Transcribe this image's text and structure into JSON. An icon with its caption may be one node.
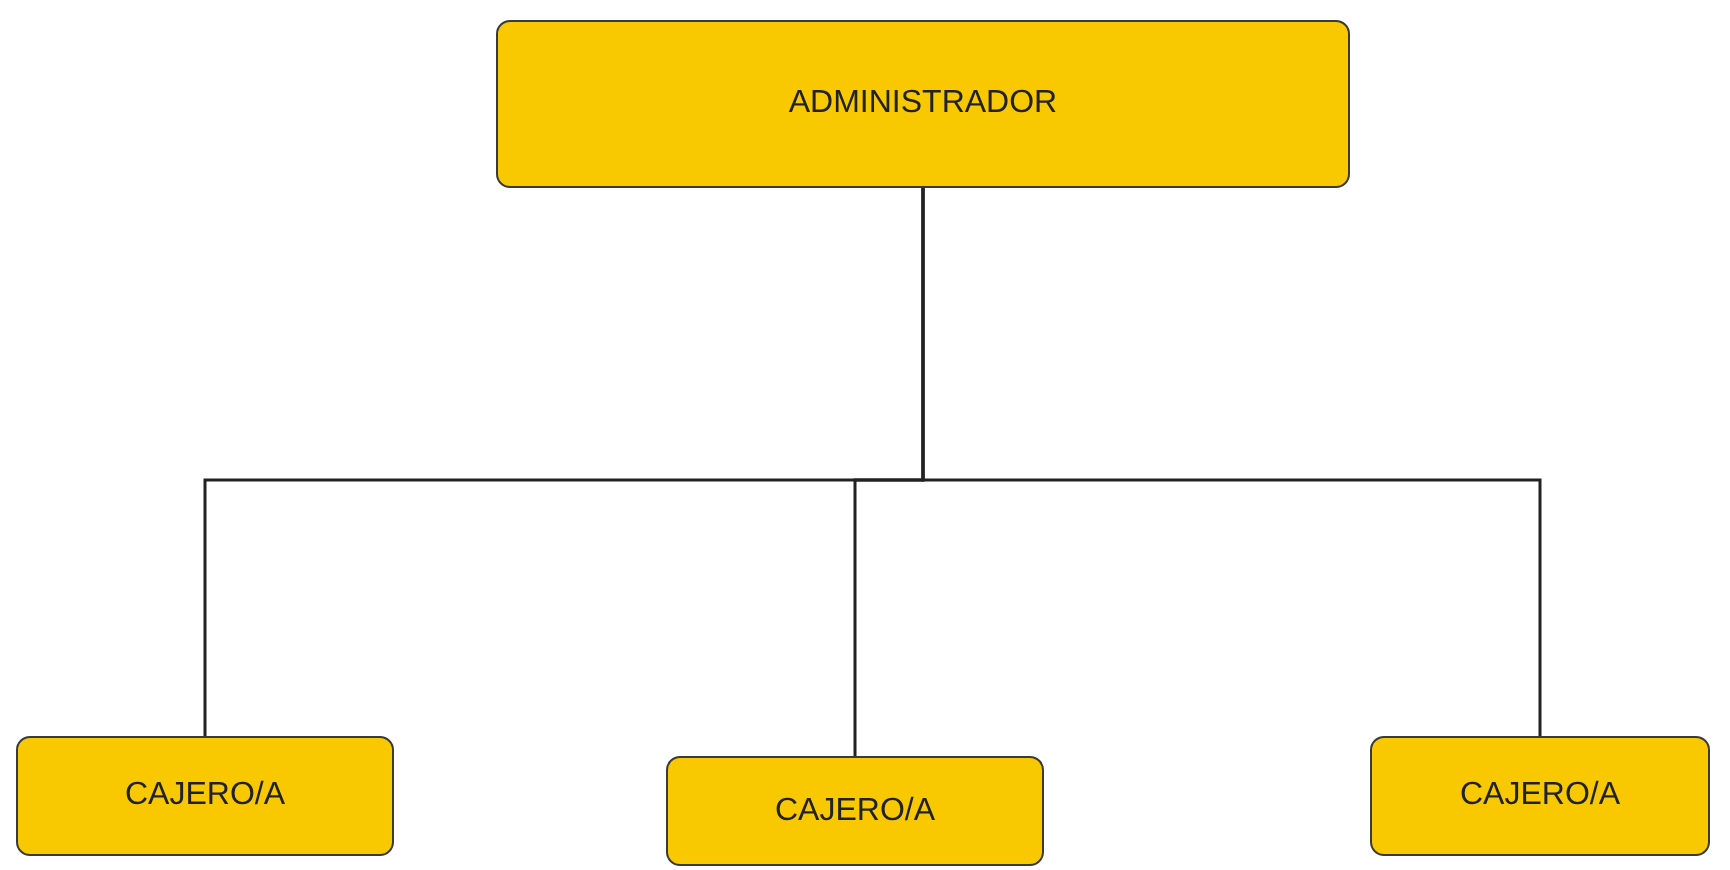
{
  "diagram": {
    "nodes": [
      {
        "text": [
          "ADMINISTRADOR"
        ]
      },
      {
        "text": [
          "CAJERO/A"
        ]
      },
      {
        "text": [
          "CAJERO/A"
        ]
      },
      {
        "text": [
          "CAJERO/A"
        ]
      }
    ],
    "edges": [
      {
        "from": 0,
        "to": 1,
        "arrow": "none"
      },
      {
        "from": 0,
        "to": 2,
        "arrow": "none"
      },
      {
        "from": 0,
        "to": 3,
        "arrow": "none"
      }
    ]
  }
}
